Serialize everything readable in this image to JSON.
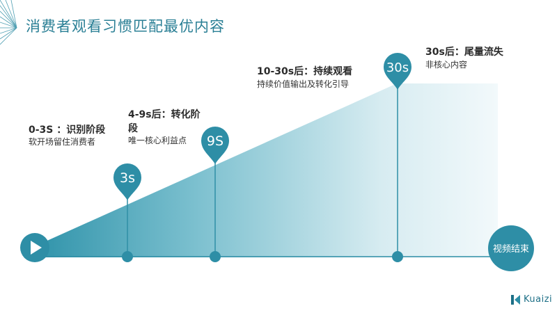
{
  "title": "消费者观看习惯匹配最优内容",
  "stages": [
    {
      "marker": "3s",
      "title": "0-3S ：识别阶段",
      "desc": "软开场留住消费者"
    },
    {
      "marker": "9S",
      "title_line1": "4-9s后：转化阶",
      "title_line2": "段",
      "desc": "唯一核心利益点"
    },
    {
      "marker": "30s",
      "title": "10-30s后：持续观看",
      "desc": "持续价值输出及转化引导"
    },
    {
      "title": "30s后：尾量流失",
      "desc": "非核心内容"
    }
  ],
  "end_label": "视频结束",
  "logo": {
    "text": "Kuaizi",
    "icon": "kuaizi-k-logo-icon"
  },
  "icons": {
    "play": "play-icon",
    "corner": "corner-lines-decoration"
  },
  "colors": {
    "accent": "#2a8aa3",
    "title": "#2a7f95",
    "pin": "#2e8ea6",
    "gradient_light": "#eef7f9"
  }
}
